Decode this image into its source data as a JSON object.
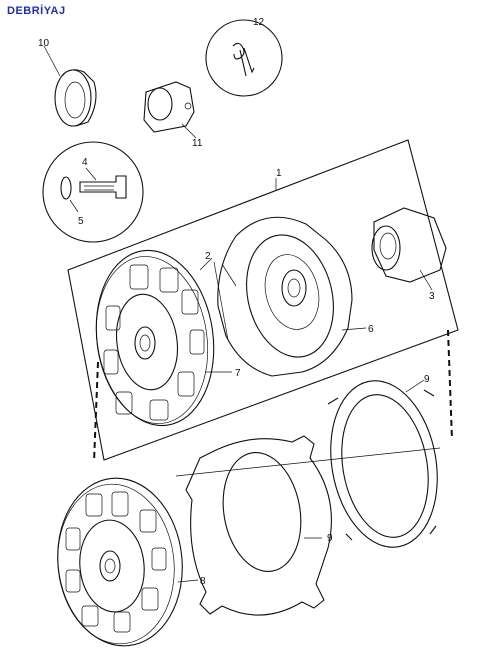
{
  "title": "DEBRİYAJ",
  "colors": {
    "title": "#1d2fb0",
    "line": "#111111"
  },
  "callouts": [
    {
      "id": "1",
      "text": "1"
    },
    {
      "id": "2",
      "text": "2"
    },
    {
      "id": "3",
      "text": "3"
    },
    {
      "id": "4",
      "text": "4"
    },
    {
      "id": "5",
      "text": "5"
    },
    {
      "id": "6",
      "text": "6"
    },
    {
      "id": "7",
      "text": "7"
    },
    {
      "id": "8",
      "text": "8"
    },
    {
      "id": "9a",
      "text": "9"
    },
    {
      "id": "9b",
      "text": "9"
    },
    {
      "id": "10",
      "text": "10"
    },
    {
      "id": "11",
      "text": "11"
    },
    {
      "id": "12",
      "text": "12"
    }
  ]
}
